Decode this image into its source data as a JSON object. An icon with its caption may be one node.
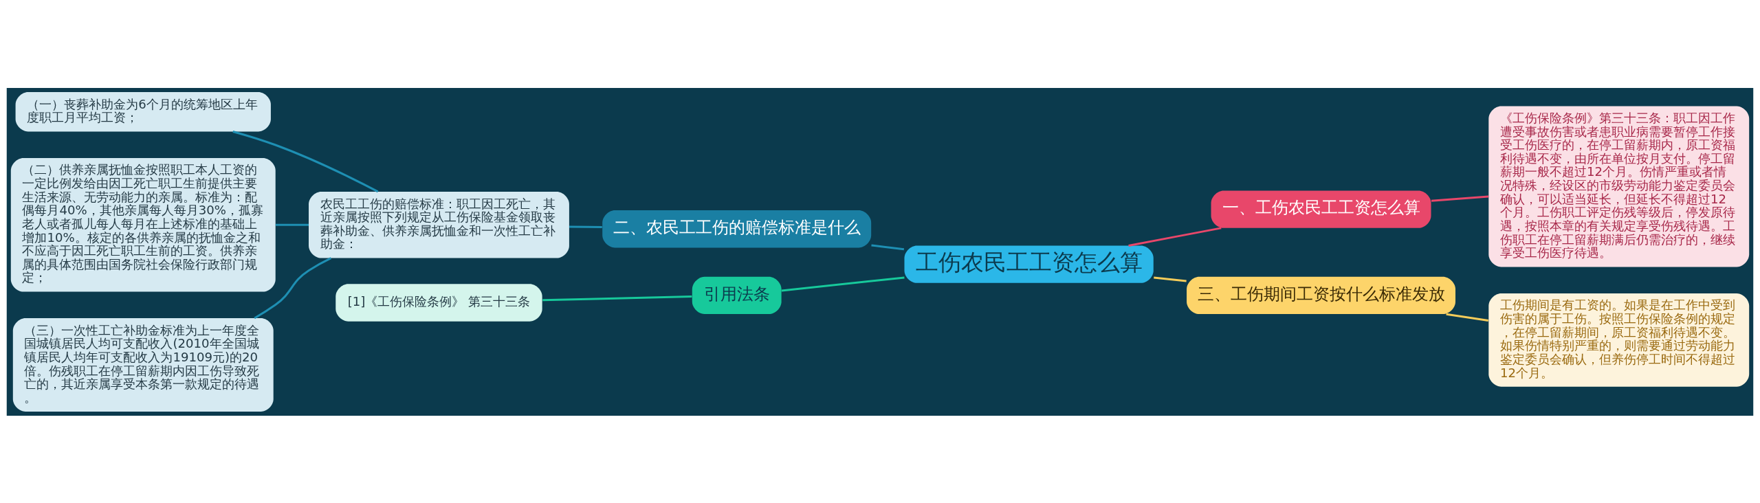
{
  "diagram": {
    "nodes": [
      {
        "text": [
          "工伤农民工工资怎么算"
        ]
      },
      {
        "text": [
          "二、农民工工伤的赔偿标准是什么"
        ]
      },
      {
        "text": [
          "农民工工伤的赔偿标准：职工因工死亡，其近亲属按照下列规定从工伤保险基金领取丧葬补助金、供养亲属抚恤金和一次性工亡补助金："
        ]
      },
      {
        "text": [
          "（一）丧葬补助金为6个月的统筹地区上年度职工月平均工资；"
        ]
      },
      {
        "text": [
          "（二）供养亲属抚恤金按照职工本人工资的一定比例发给由因工死亡职工生前提供主要生活来源、无劳动能力的亲属。标准为：配偶每月40%，其他亲属每人每月30%，孤寡老人或者孤儿每人每月在上述标准的基础上增加10%。核定的各供养亲属的抚恤金之和不应高于因工死亡职工生前的工资。供养亲属的具体范围由国务院社会保险行政部门规定；"
        ]
      },
      {
        "text": [
          "（三）一次性工亡补助金标准为上一年度全国城镇居民人均可支配收入(2010年全国城镇居民人均年可支配收入为19109元)的20倍。伤残职工在停工留薪期内因工伤导致死亡的，其近亲属享受本条第一款规定的待遇。"
        ]
      },
      {
        "text": [
          "引用法条"
        ]
      },
      {
        "text": [
          "[1]《工伤保险条例》 第三十三条"
        ]
      },
      {
        "text": [
          "一、工伤农民工工资怎么算"
        ]
      },
      {
        "text": [
          "《工伤保险条例》第三十三条：职工因工作遭受事故伤害或者患职业病需要暂停工作接受工伤医疗的，在停工留薪期内，原工资福利待遇不变，由所在单位按月支付。停工留薪期一般不超过12个月。伤情严重或者情况特殊，经设区的市级劳动能力鉴定委员会确认，可以适当延长，但延长不得超过12个月。工伤职工评定伤残等级后，停发原待遇，按照本章的有关规定享受伤残待遇。工伤职工在停工留薪期满后仍需治疗的，继续享受工伤医疗待遇。"
        ]
      },
      {
        "text": [
          "三、工伤期间工资按什么标准发放"
        ]
      },
      {
        "text": [
          "工伤期间是有工资的。如果是在工作中受到伤害的属于工伤。按照工伤保险条例的规定，在停工留薪期间，原工资福利待遇不变。如果伤情特别严重的，则需要通过劳动能力鉴定委员会确认，但养伤停工时间不得超过12个月。"
        ]
      }
    ],
    "edges": [
      {
        "from": 0,
        "to": 1,
        "arrow": "none"
      },
      {
        "from": 1,
        "to": 2,
        "arrow": "none"
      },
      {
        "from": 2,
        "to": 3,
        "arrow": "none"
      },
      {
        "from": 2,
        "to": 4,
        "arrow": "none"
      },
      {
        "from": 2,
        "to": 5,
        "arrow": "none"
      },
      {
        "from": 0,
        "to": 6,
        "arrow": "none",
        "color": "#17c99b"
      },
      {
        "from": 6,
        "to": 7,
        "arrow": "none",
        "color": "#17c99b"
      },
      {
        "from": 0,
        "to": 8,
        "arrow": "none",
        "color": "#e8476a"
      },
      {
        "from": 8,
        "to": 9,
        "arrow": "none",
        "color": "#e8476a"
      },
      {
        "from": 0,
        "to": 10,
        "arrow": "none",
        "color": "#f5cc5a"
      },
      {
        "from": 10,
        "to": 11,
        "arrow": "none",
        "color": "#f5cc5a"
      }
    ]
  }
}
